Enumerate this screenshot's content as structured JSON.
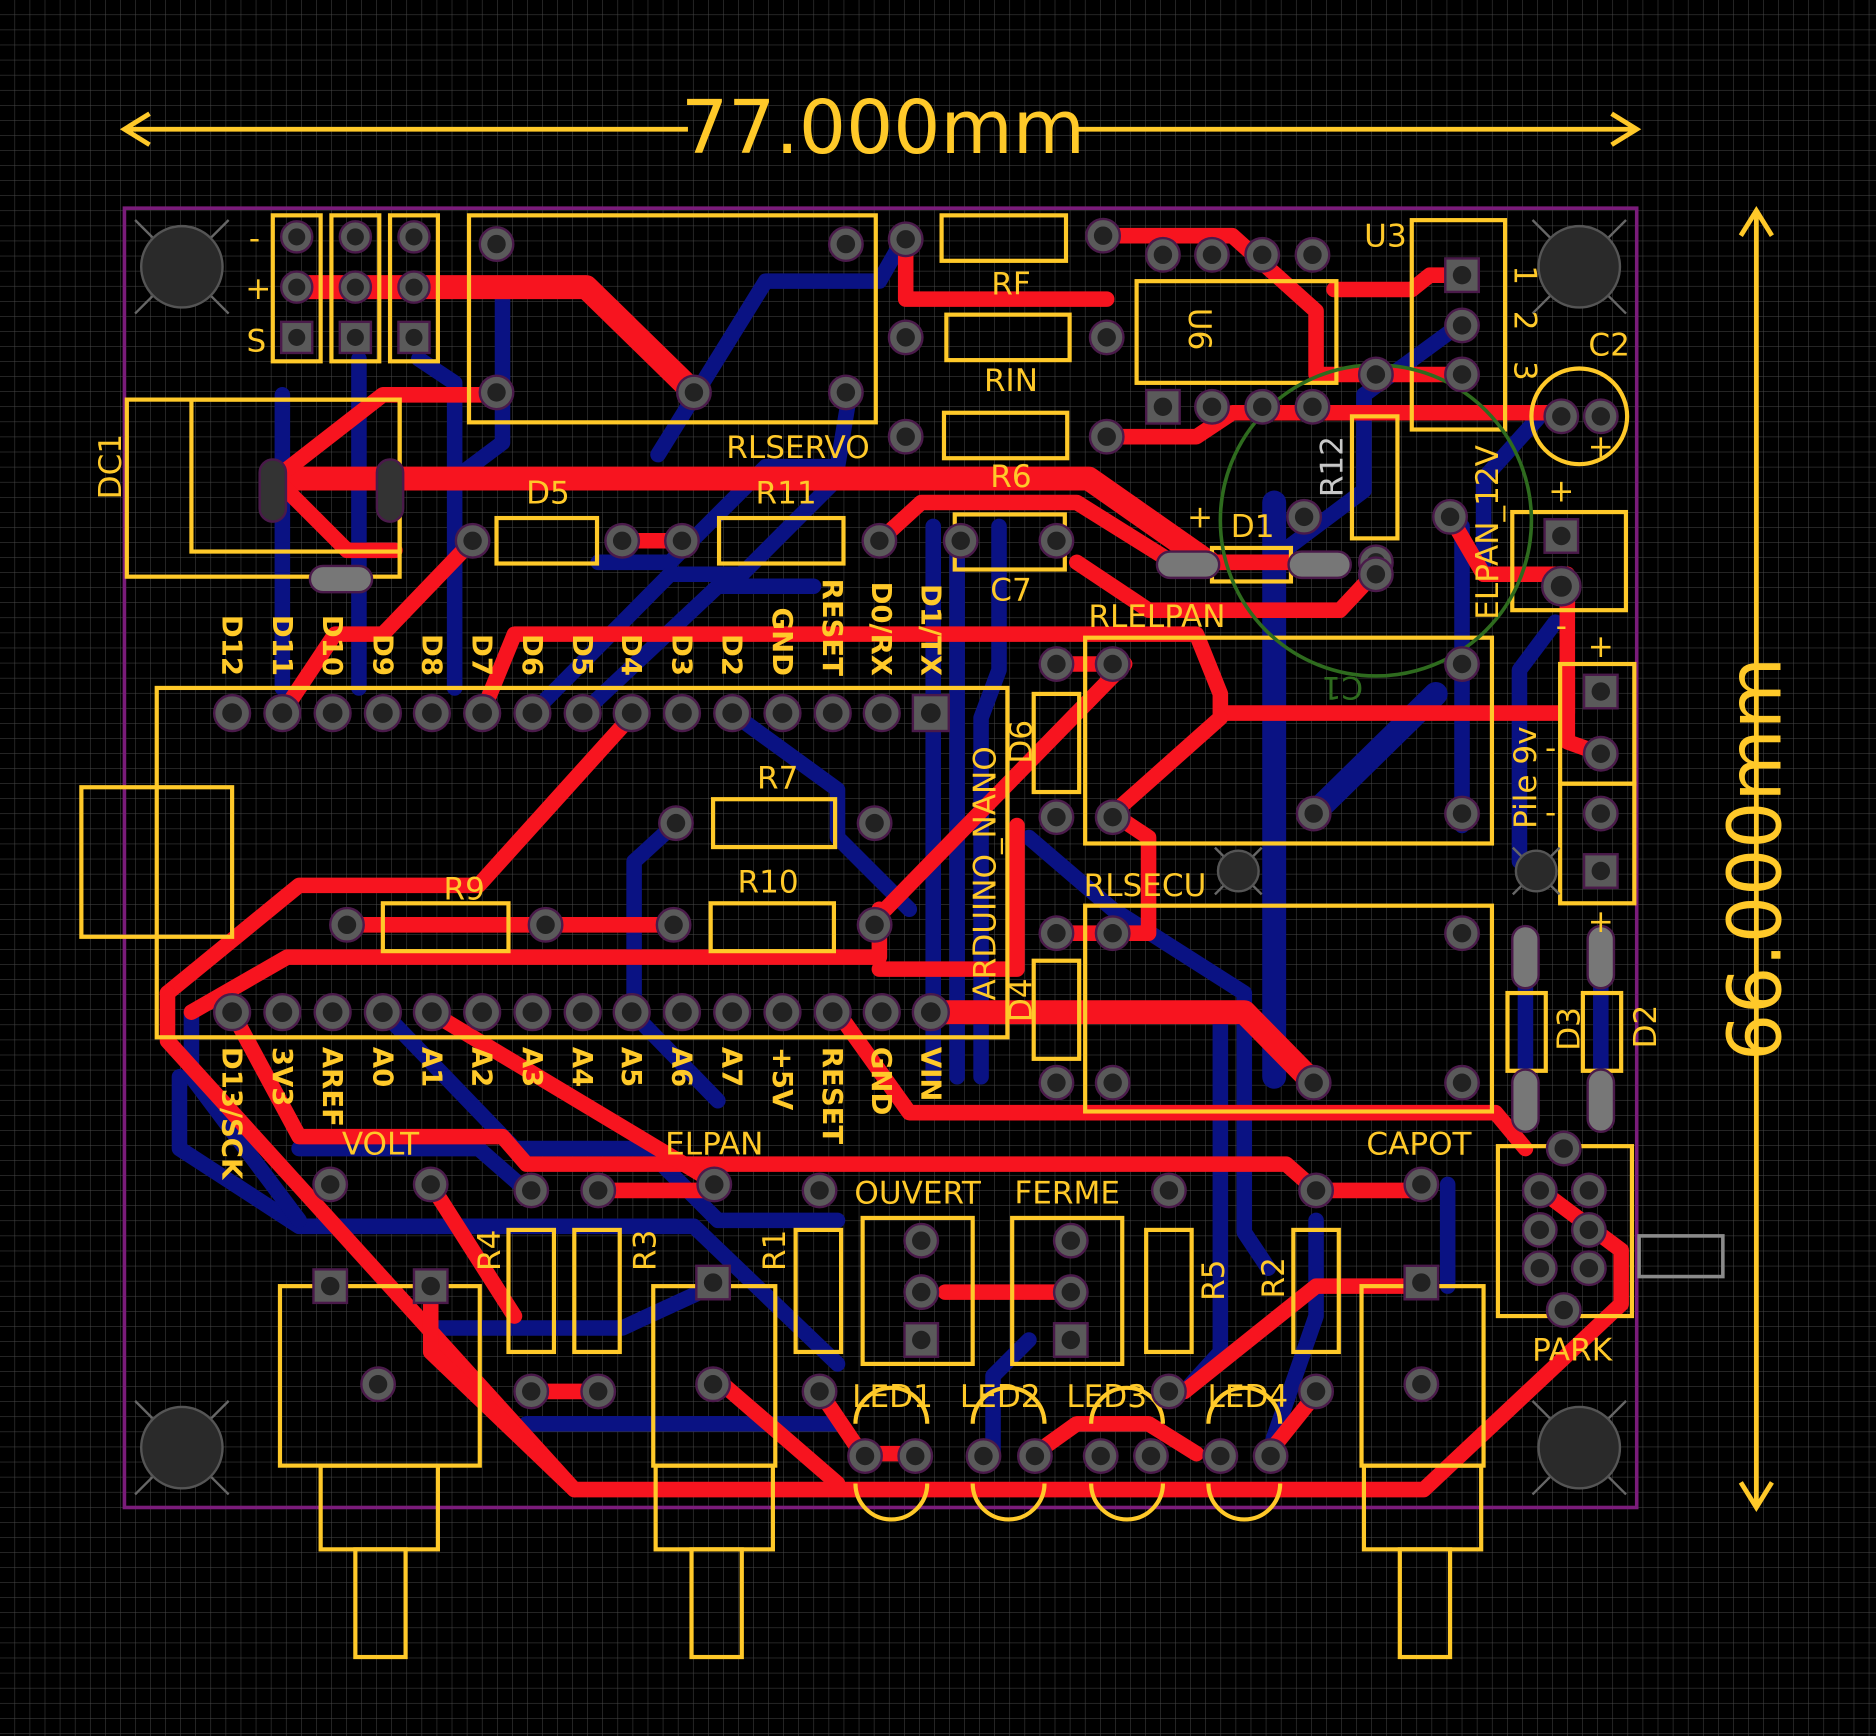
{
  "dimensions": {
    "width_label": "77.000mm",
    "height_label": "66.000mm"
  },
  "colors": {
    "top_copper": "#f7141f",
    "bottom_copper": "#0a1283",
    "silkscreen": "#ffc929",
    "board_outline": "#7a1c7a",
    "pad": "#5a5a5a"
  },
  "header": {
    "minus": "-",
    "plus": "+",
    "signal": "S"
  },
  "components": {
    "RF": "RF",
    "RIN": "RIN",
    "R6": "R6",
    "RLSERVO": "RLSERVO",
    "R11": "R11",
    "D5": "D5",
    "C7": "C7",
    "D1": "D1",
    "U3": "U3",
    "U6": "U6",
    "R12": "R12",
    "C2": "C2",
    "ELPAN_12V": "ELPAN_12V",
    "RLELPAN": "RLELPAN",
    "C1": "C1",
    "PILE": "Pile 9v",
    "RLSECU": "RLSECU",
    "D6": "D6",
    "NANO": "ARDUINO_NANO",
    "D4": "D4",
    "R7": "R7",
    "R10": "R10",
    "R9": "R9",
    "DC1": "DC1",
    "D3": "D3",
    "D2": "D2",
    "VOLT": "VOLT",
    "ELPAN": "ELPAN",
    "CAPOT": "CAPOT",
    "OUVERT": "OUVERT",
    "FERME": "FERME",
    "R4": "R4",
    "R3": "R3",
    "R1": "R1",
    "R5": "R5",
    "R2": "R2",
    "PARK": "PARK",
    "LED1": "LED1",
    "LED2": "LED2",
    "LED3": "LED3",
    "LED4": "LED4"
  },
  "u3_pins": [
    "1",
    "2",
    "3"
  ],
  "nano_top_pins": [
    "D12",
    "D11",
    "D10",
    "D9",
    "D8",
    "D7",
    "D6",
    "D5",
    "D4",
    "D3",
    "D2",
    "GND",
    "RESET",
    "D0/RX",
    "D1/TX"
  ],
  "nano_bottom_pins": [
    "D13/SCK",
    "3V3",
    "AREF",
    "A0",
    "A1",
    "A2",
    "A3",
    "A4",
    "A5",
    "A6",
    "A7",
    "+5V",
    "RESET",
    "GND",
    "VIN"
  ],
  "polarity": {
    "plus": "+",
    "minus": "-"
  }
}
